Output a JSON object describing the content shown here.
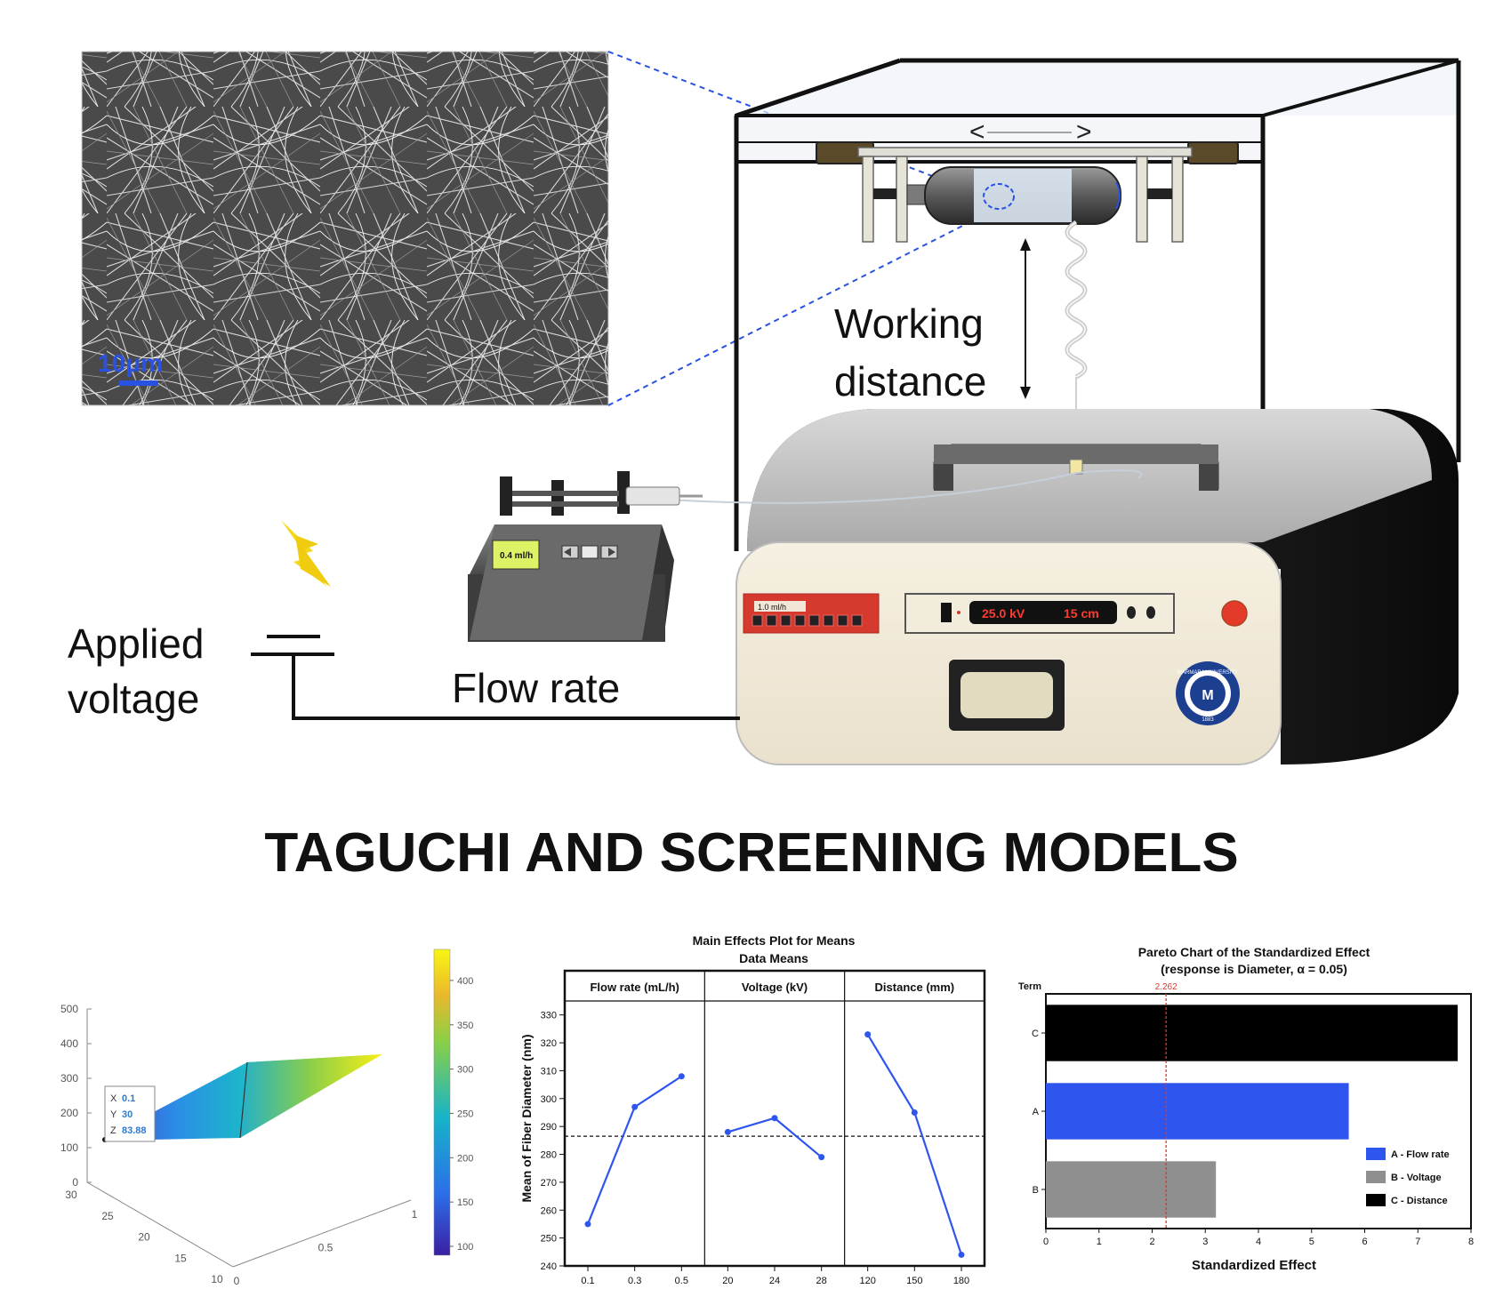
{
  "setup": {
    "sem_scale_label": "10μm",
    "working_distance": [
      "Working",
      "distance"
    ],
    "applied_voltage": [
      "Applied",
      "voltage"
    ],
    "flow_rate_label": "Flow rate",
    "pump_display": "0.4 ml/h",
    "panel_flow_display": "1.0 ml/h",
    "panel_voltage_display": "25.0 kV",
    "panel_distance_display": "15 cm",
    "logo_text": "MARMARA UNIVERSITY",
    "logo_year": "1883",
    "colors": {
      "scale_bar": "#2952e3",
      "display_red": "#ff3b30",
      "panel_red": "#d63a2f",
      "bolt": "#f4d81c"
    }
  },
  "main_title": "TAGUCHI AND SCREENING MODELS",
  "chart_data": [
    {
      "type": "surface",
      "x_ticks": [
        "0",
        "0.5",
        "1"
      ],
      "y_ticks": [
        "10",
        "15",
        "20",
        "25",
        "30"
      ],
      "z_ticks": [
        "0",
        "100",
        "200",
        "300",
        "400",
        "500"
      ],
      "colorbar_ticks": [
        "100",
        "150",
        "200",
        "250",
        "300",
        "350",
        "400"
      ],
      "colorbar_range": [
        90,
        435
      ],
      "datatip": {
        "x_label": "X",
        "x": "0.1",
        "y_label": "Y",
        "y": "30",
        "z_label": "Z",
        "z": "83.88"
      }
    },
    {
      "type": "line",
      "title": "Main Effects Plot for Means",
      "subtitle": "Data Means",
      "ylabel": "Mean of Fiber Diameter (nm)",
      "ylim": [
        240,
        335
      ],
      "y_ticks": [
        240,
        250,
        260,
        270,
        280,
        290,
        300,
        310,
        320,
        330
      ],
      "reference_mean": 286.5,
      "panels": [
        {
          "name": "Flow rate (mL/h)",
          "x": [
            "0.1",
            "0.3",
            "0.5"
          ],
          "values": [
            255,
            297,
            308
          ]
        },
        {
          "name": "Voltage (kV)",
          "x": [
            "20",
            "24",
            "28"
          ],
          "values": [
            288,
            293,
            279
          ]
        },
        {
          "name": "Distance (mm)",
          "x": [
            "120",
            "150",
            "180"
          ],
          "values": [
            323,
            295,
            244
          ]
        }
      ]
    },
    {
      "type": "bar",
      "orientation": "horizontal",
      "title": "Pareto Chart of the Standardized Effect",
      "subtitle": "(response is Diameter, α = 0.05)",
      "term_label": "Term",
      "xlabel": "Standardized Effect",
      "xlim": [
        0,
        8
      ],
      "x_ticks": [
        0,
        1,
        2,
        3,
        4,
        5,
        6,
        7,
        8
      ],
      "reference_line": {
        "value": 2.262,
        "label": "2.262"
      },
      "categories": [
        "C",
        "A",
        "B"
      ],
      "values": [
        7.75,
        5.7,
        3.2
      ],
      "colors": [
        "#000000",
        "#2f55ef",
        "#8f8f8f"
      ],
      "legend": [
        "A -  Flow rate",
        "B - Voltage",
        "C - Distance"
      ],
      "legend_colors": [
        "#2f55ef",
        "#8f8f8f",
        "#000000"
      ],
      "legend_position": "right"
    }
  ]
}
